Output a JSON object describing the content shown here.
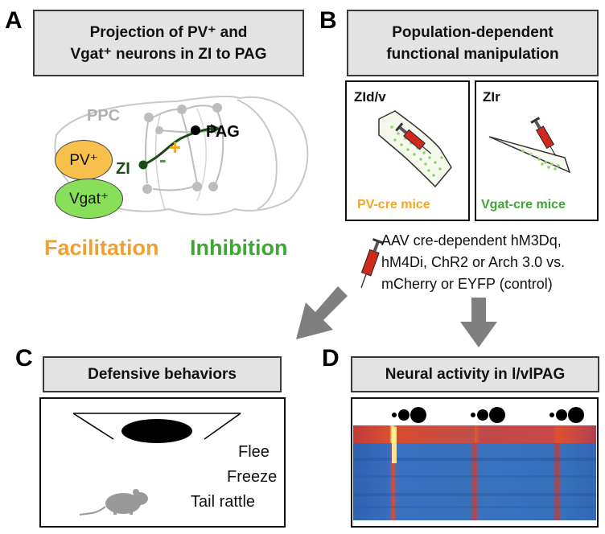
{
  "panels": {
    "a": {
      "letter": "A",
      "title_line1": "Projection of PV⁺ and",
      "title_line2": "Vgat⁺ neurons in ZI to PAG"
    },
    "b": {
      "letter": "B",
      "title_line1": "Population-dependent",
      "title_line2": "functional manipulation"
    },
    "c": {
      "letter": "C",
      "title": "Defensive behaviors"
    },
    "d": {
      "letter": "D",
      "title": "Neural activity in l/vlPAG"
    }
  },
  "brain": {
    "ppc": "PPC",
    "pag": "PAG",
    "zi": "ZI",
    "plus": "+",
    "minus": "-",
    "pv": "PV⁺",
    "vgat": "Vgat⁺",
    "facilitation": "Facilitation",
    "inhibition": "Inhibition"
  },
  "slices": {
    "left_label": "ZId/v",
    "right_label": "ZIr",
    "left_mice": "PV-cre mice",
    "right_mice": "Vgat-cre mice"
  },
  "virus": {
    "line1": "AAV cre-dependent hM3Dq,",
    "line2": "hM4Di, ChR2 or Arch 3.0 vs.",
    "line3": "mCherry or EYFP (control)"
  },
  "behaviors": [
    "Flee",
    "Freeze",
    "Tail rattle"
  ],
  "colors": {
    "orange": "#f5a623",
    "orange_text": "#f0a030",
    "green_text": "#3fa535",
    "vgat_fill": "#88e05a",
    "pv_fill": "#f8c14e",
    "dark_green": "#1a4d14",
    "gray": "#b5b5b5",
    "arrow_gray": "#7f7f7f"
  }
}
